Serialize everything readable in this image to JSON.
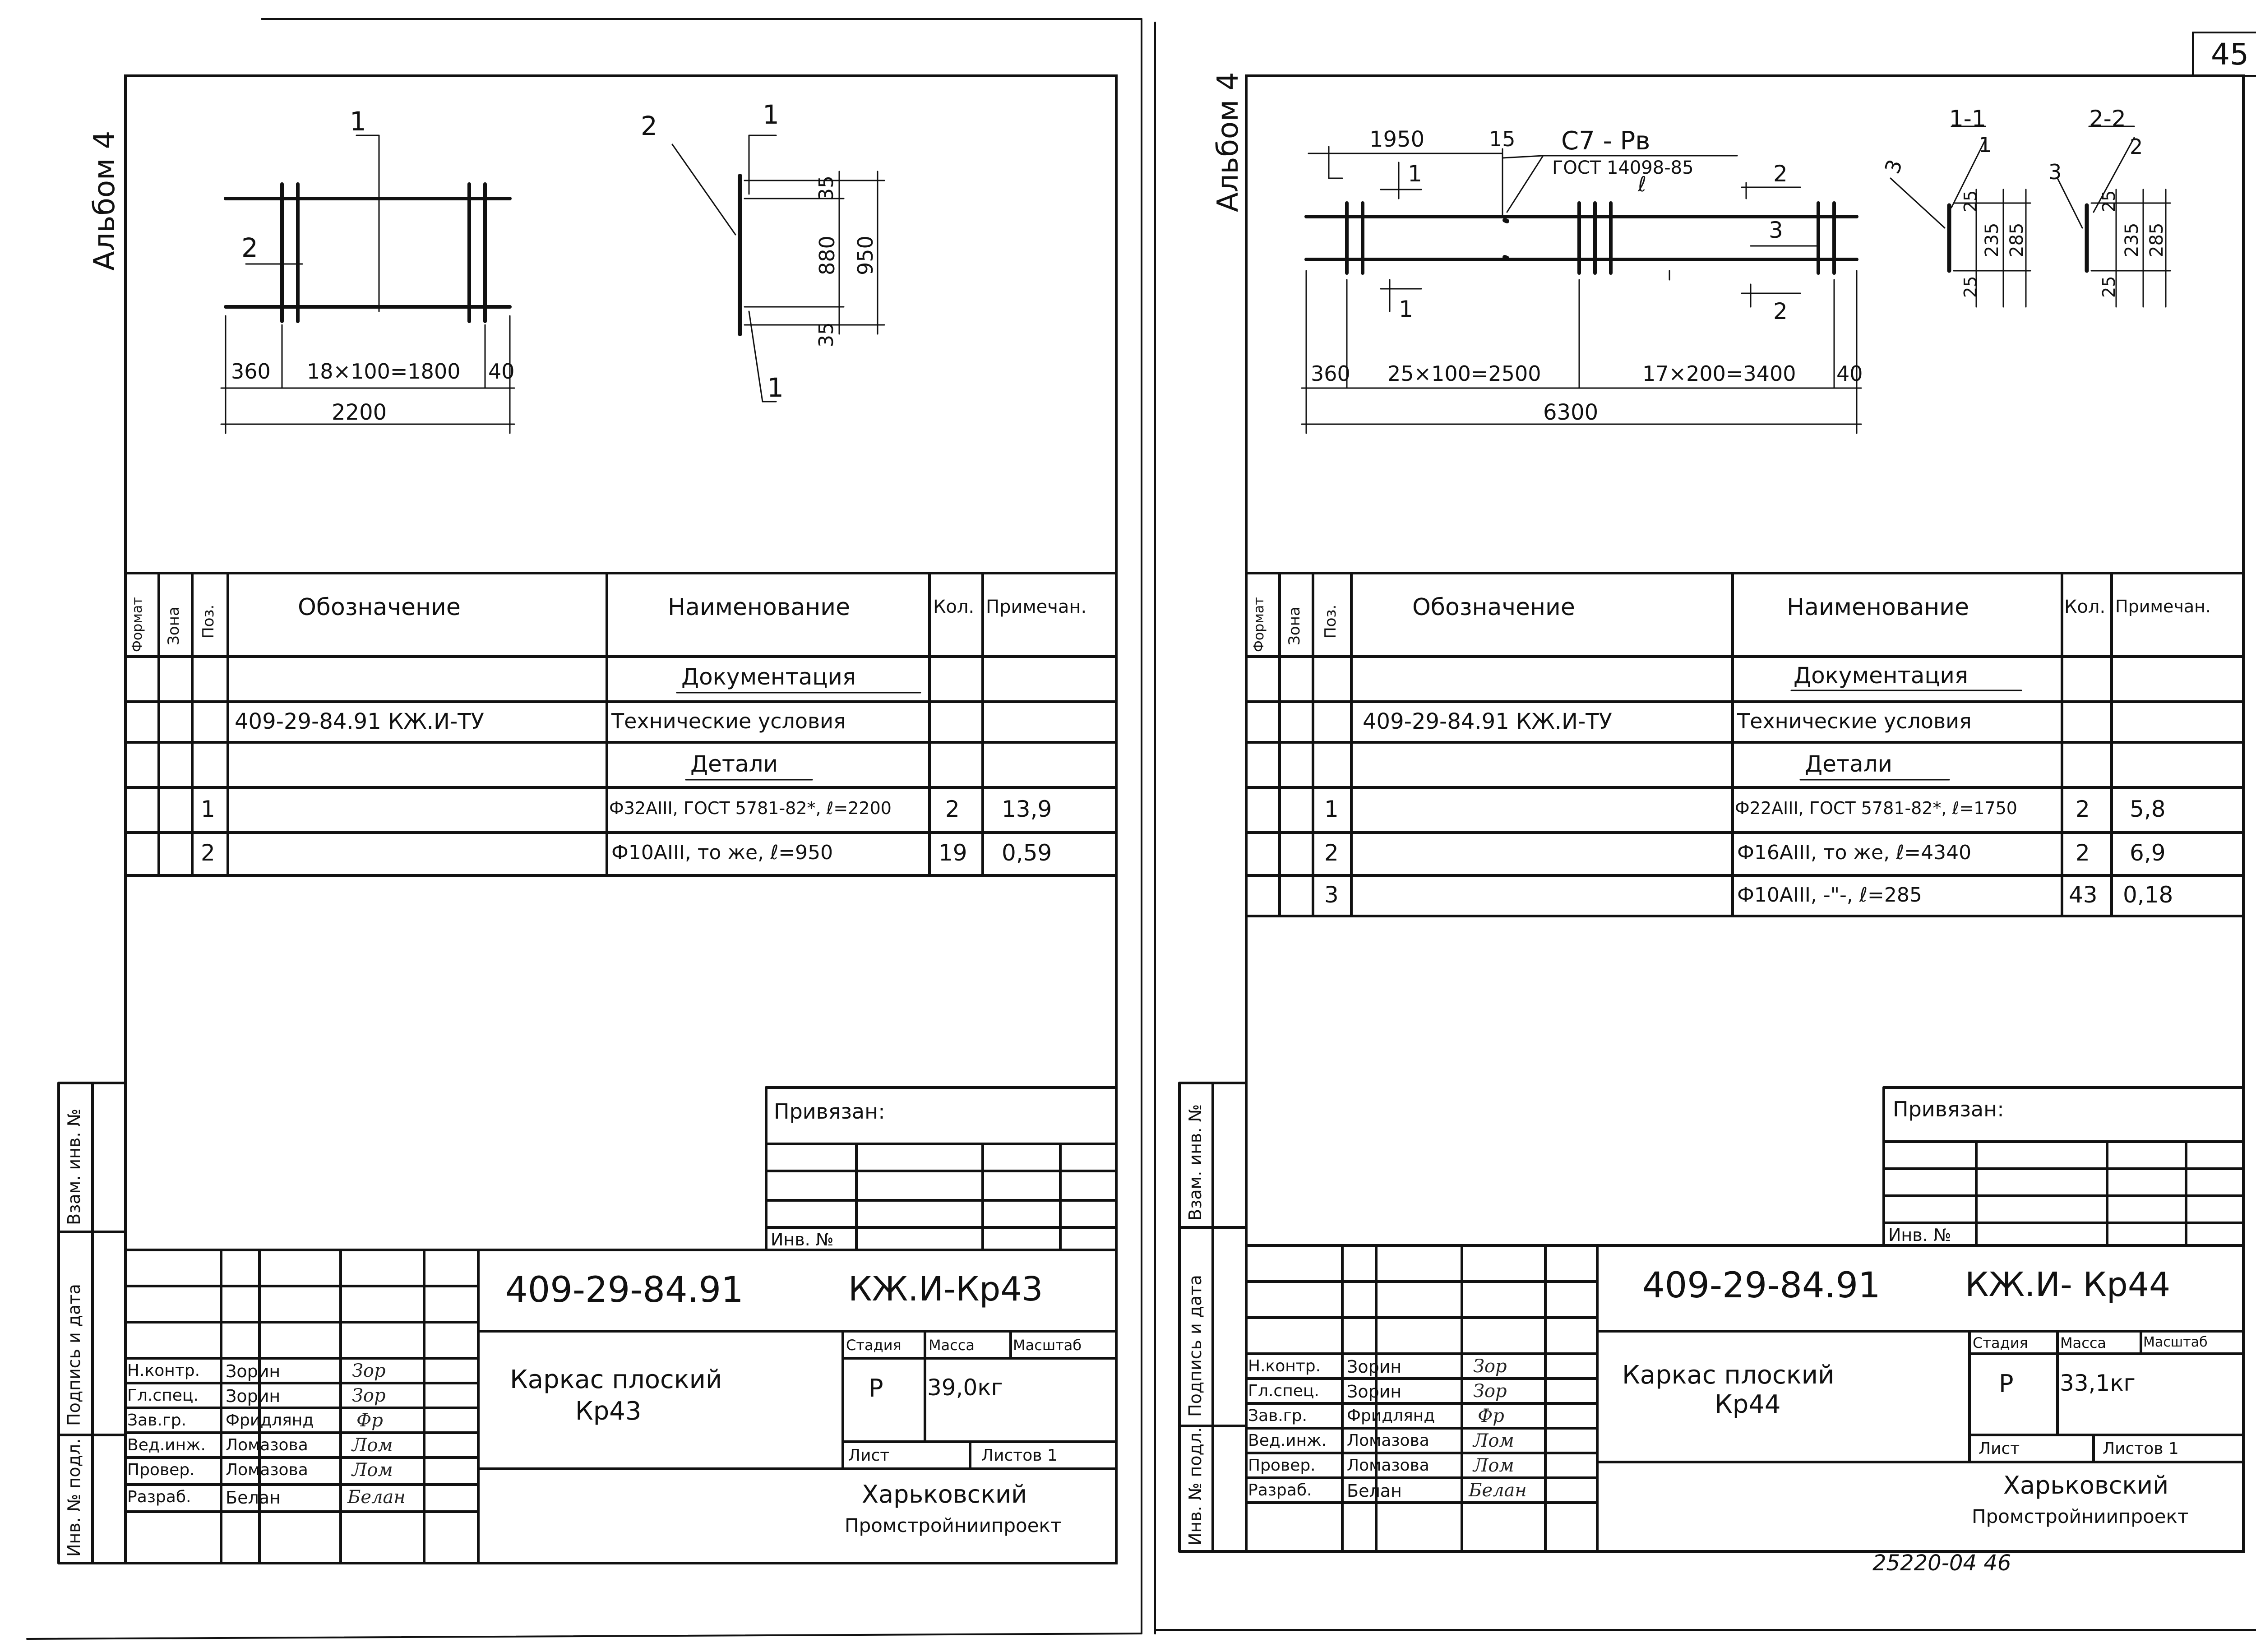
{
  "page_number": "45",
  "footer_code": "25220-04  46",
  "sheets": [
    {
      "album": "Альбом 4",
      "drawing": {
        "plan": {
          "pos1": "1",
          "pos2": "2",
          "dim_left": "360",
          "dim_mid": "18×100=1800",
          "dim_right": "40",
          "dim_total": "2200"
        },
        "section": {
          "pos2": "2",
          "pos1_top": "1",
          "pos1_bottom": "1",
          "dim_top": "35",
          "dim_mid": "880",
          "dim_total": "950",
          "dim_bottom": "35"
        }
      },
      "spec": {
        "headers": {
          "format": "Формат",
          "zone": "Зона",
          "pos": "Поз.",
          "designation": "Обозначение",
          "name": "Наименование",
          "qty": "Кол.",
          "note": "Примечан."
        },
        "sections": {
          "docs": "Документация",
          "details": "Детали"
        },
        "doc_row": {
          "designation": "409-29-84.91 КЖ.И-ТУ",
          "name": "Технические условия"
        },
        "rows": [
          {
            "pos": "1",
            "name": "Ф32АIII, ГОСТ 5781-82*, ℓ=2200",
            "qty": "2",
            "note": "13,9"
          },
          {
            "pos": "2",
            "name": "Ф10АIII, то же, ℓ=950",
            "qty": "19",
            "note": "0,59"
          }
        ]
      },
      "binding": {
        "privyazan": "Привязан:",
        "inv": "Инв. №"
      },
      "side_labels": {
        "vzam": "Взам. инв. №",
        "podpis": "Подпись и дата",
        "inv_podl": "Инв. № подл."
      },
      "title": {
        "code": "409-29-84.91",
        "mark": "КЖ.И-Кр43",
        "name_line1": "Каркас плоский",
        "name_line2": "Кр43",
        "stage_h": "Стадия",
        "mass_h": "Масса",
        "scale_h": "Масштаб",
        "stage": "Р",
        "mass": "39,0кг",
        "list": "Лист",
        "lists": "Листов 1",
        "org1": "Харьковский",
        "org2": "Промстройниипроект",
        "roles": [
          {
            "role": "Н.контр.",
            "name": "Зорин",
            "sign": "Зор"
          },
          {
            "role": "Гл.спец.",
            "name": "Зорин",
            "sign": "Зор"
          },
          {
            "role": "Зав.гр.",
            "name": "Фридлянд",
            "sign": "Фр"
          },
          {
            "role": "Вед.инж.",
            "name": "Ломазова",
            "sign": "Лом"
          },
          {
            "role": "Провер.",
            "name": "Ломазова",
            "sign": "Лом"
          },
          {
            "role": "Разраб.",
            "name": "Белан",
            "sign": "Белан"
          }
        ]
      }
    },
    {
      "album": "Альбом 4",
      "drawing": {
        "plan": {
          "dim_1950": "1950",
          "dim_15": "15",
          "weld": "С7 - Рв",
          "gost": "ГОСТ 14098-85",
          "mark_l": "ℓ",
          "cut1": "1",
          "cut2": "2",
          "pos3": "3",
          "dim_left": "360",
          "dim_a": "25×100=2500",
          "dim_b": "17×200=3400",
          "dim_right": "40",
          "dim_total": "6300"
        },
        "sec1": {
          "title": "1-1",
          "pos": "1",
          "pos3": "3",
          "d25a": "25",
          "d235": "235",
          "d285": "285",
          "d25b": "25"
        },
        "sec2": {
          "title": "2-2",
          "pos": "2",
          "pos3": "3",
          "d25a": "25",
          "d235": "235",
          "d285": "285",
          "d25b": "25"
        }
      },
      "spec": {
        "headers": {
          "format": "Формат",
          "zone": "Зона",
          "pos": "Поз.",
          "designation": "Обозначение",
          "name": "Наименование",
          "qty": "Кол.",
          "note": "Примечан."
        },
        "sections": {
          "docs": "Документация",
          "details": "Детали"
        },
        "doc_row": {
          "designation": "409-29-84.91 КЖ.И-ТУ",
          "name": "Технические условия"
        },
        "rows": [
          {
            "pos": "1",
            "name": "Ф22АIII, ГОСТ 5781-82*, ℓ=1750",
            "qty": "2",
            "note": "5,8"
          },
          {
            "pos": "2",
            "name": "Ф16АIII, то же, ℓ=4340",
            "qty": "2",
            "note": "6,9"
          },
          {
            "pos": "3",
            "name": "Ф10АIII, -\"-, ℓ=285",
            "qty": "43",
            "note": "0,18"
          }
        ]
      },
      "binding": {
        "privyazan": "Привязан:",
        "inv": "Инв. №"
      },
      "side_labels": {
        "vzam": "Взам. инв. №",
        "podpis": "Подпись и дата",
        "inv_podl": "Инв. № подл."
      },
      "title": {
        "code": "409-29-84.91",
        "mark": "КЖ.И- Кр44",
        "name_line1": "Каркас плоский",
        "name_line2": "Кр44",
        "stage_h": "Стадия",
        "mass_h": "Масса",
        "scale_h": "Масштаб",
        "stage": "Р",
        "mass": "33,1кг",
        "list": "Лист",
        "lists": "Листов 1",
        "org1": "Харьковский",
        "org2": "Промстройниипроект",
        "roles": [
          {
            "role": "Н.контр.",
            "name": "Зорин",
            "sign": "Зор"
          },
          {
            "role": "Гл.спец.",
            "name": "Зорин",
            "sign": "Зор"
          },
          {
            "role": "Зав.гр.",
            "name": "Фридлянд",
            "sign": "Фр"
          },
          {
            "role": "Вед.инж.",
            "name": "Ломазова",
            "sign": "Лом"
          },
          {
            "role": "Провер.",
            "name": "Ломазова",
            "sign": "Лом"
          },
          {
            "role": "Разраб.",
            "name": "Белан",
            "sign": "Белан"
          }
        ]
      }
    }
  ]
}
